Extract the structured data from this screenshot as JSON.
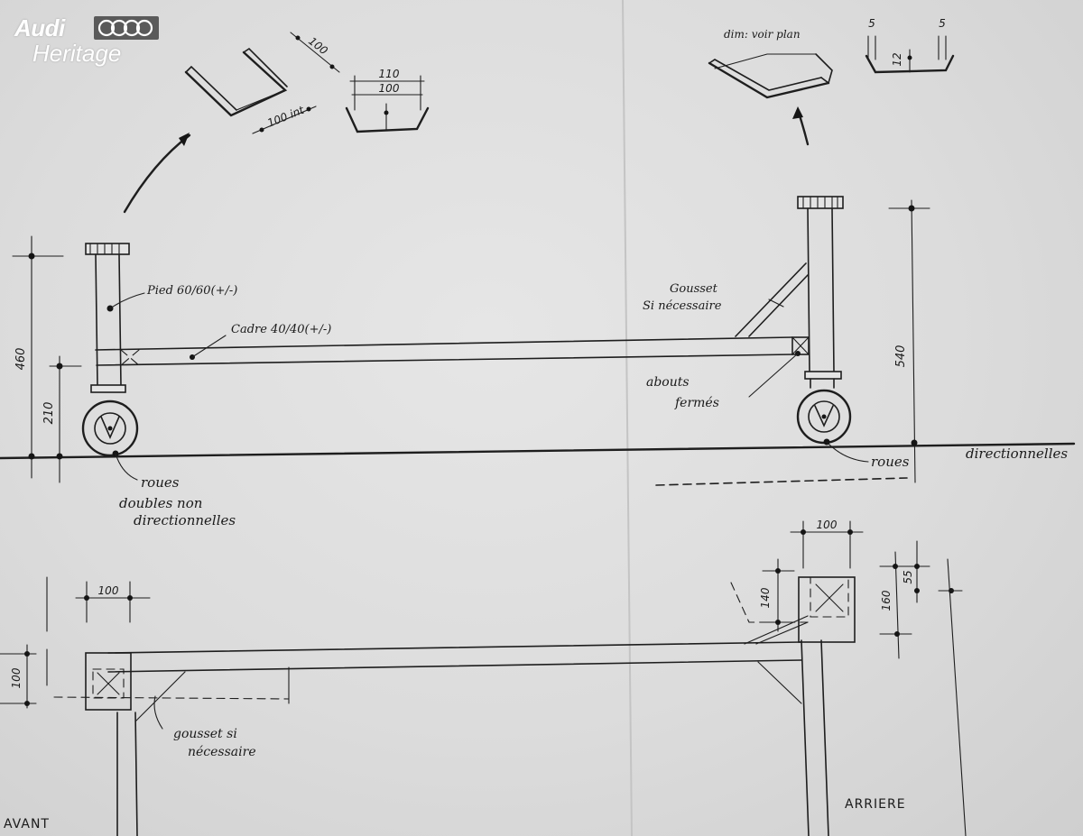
{
  "logo": {
    "brand": "Audi",
    "sub": "Heritage",
    "icon": "four-rings-icon"
  },
  "top_view": {
    "dim_height_left": "460",
    "dim_height_axle": "210",
    "dim_height_right": "540",
    "label_leg": "Pied 60/60(+/-)",
    "label_frame": "Cadre 40/40(+/-)",
    "label_gusset_top": "Gousset",
    "label_gusset_bottom": "Si nécessaire",
    "label_ends_top": "abouts",
    "label_ends_bottom": "fermés",
    "label_wheels_left_1": "roues",
    "label_wheels_left_2": "doubles non",
    "label_wheels_left_3": "directionnelles",
    "label_wheels_right_1": "roues",
    "label_wheels_right_2": "directionnelles"
  },
  "details": {
    "left_dim_100a": "100",
    "left_dim_100int": "100 int",
    "left_dim_110": "110",
    "left_dim_100b": "100",
    "right_note": "dim: voir plan",
    "right_dim_5a": "5",
    "right_dim_5b": "5",
    "right_dim_12": "12"
  },
  "plan_view": {
    "dim_100_left": "100",
    "dim_100_side": "100",
    "dim_100_right": "100",
    "dim_140": "140",
    "dim_55": "55",
    "dim_160": "160",
    "label_gusset_1": "gousset si",
    "label_gusset_2": "nécessaire",
    "label_front": "AVANT",
    "label_rear": "ARRIERE"
  }
}
